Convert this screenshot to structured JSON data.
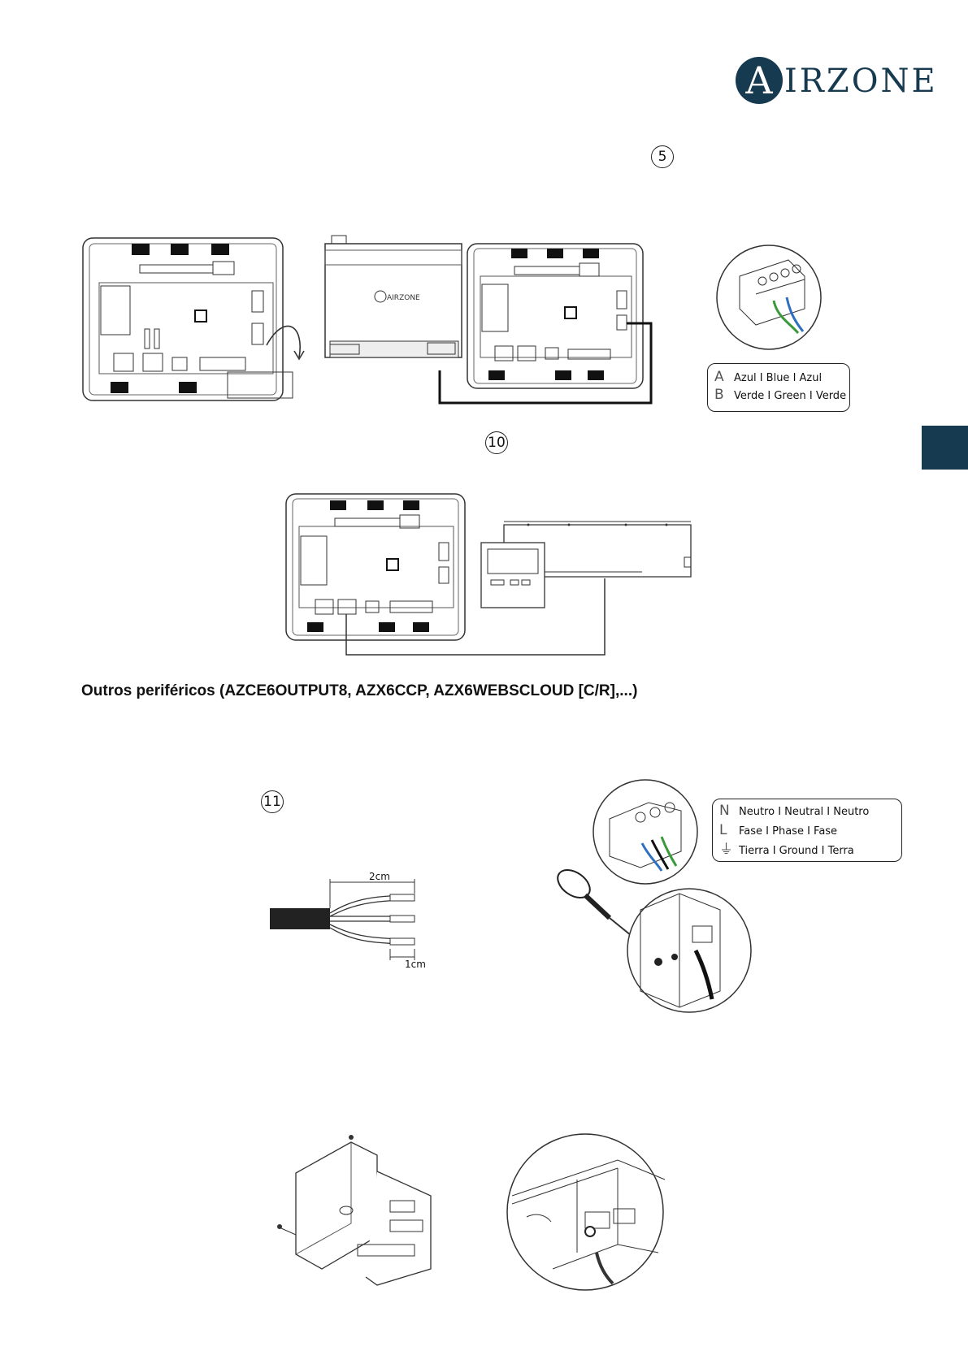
{
  "header": {
    "logo_initial": "A",
    "logo_rest": "IRZONE"
  },
  "steps": {
    "step_5": "5",
    "step_10": "10",
    "step_11": "11"
  },
  "device_label": "AIRZONE",
  "legend_bus": {
    "rows": [
      {
        "key": "A",
        "text": "Azul I Blue I Azul"
      },
      {
        "key": "B",
        "text": "Verde I Green I Verde"
      }
    ]
  },
  "section": {
    "title": "Outros periféricos (AZCE6OUTPUT8, AZX6CCP, AZX6WEBSCLOUD [C/R],...)"
  },
  "cable": {
    "strip_length": "2cm",
    "wire_length": "1cm"
  },
  "legend_power": {
    "rows": [
      {
        "key": "N",
        "text": "Neutro I Neutral I Neutro"
      },
      {
        "key": "L",
        "text": "Fase I Phase I Fase"
      },
      {
        "key": "⏚",
        "text": "Tierra I Ground I Terra"
      }
    ]
  },
  "colors": {
    "brand": "#163a4f",
    "wire_blue": "#2f6fbf",
    "wire_green": "#3a9a3a"
  }
}
